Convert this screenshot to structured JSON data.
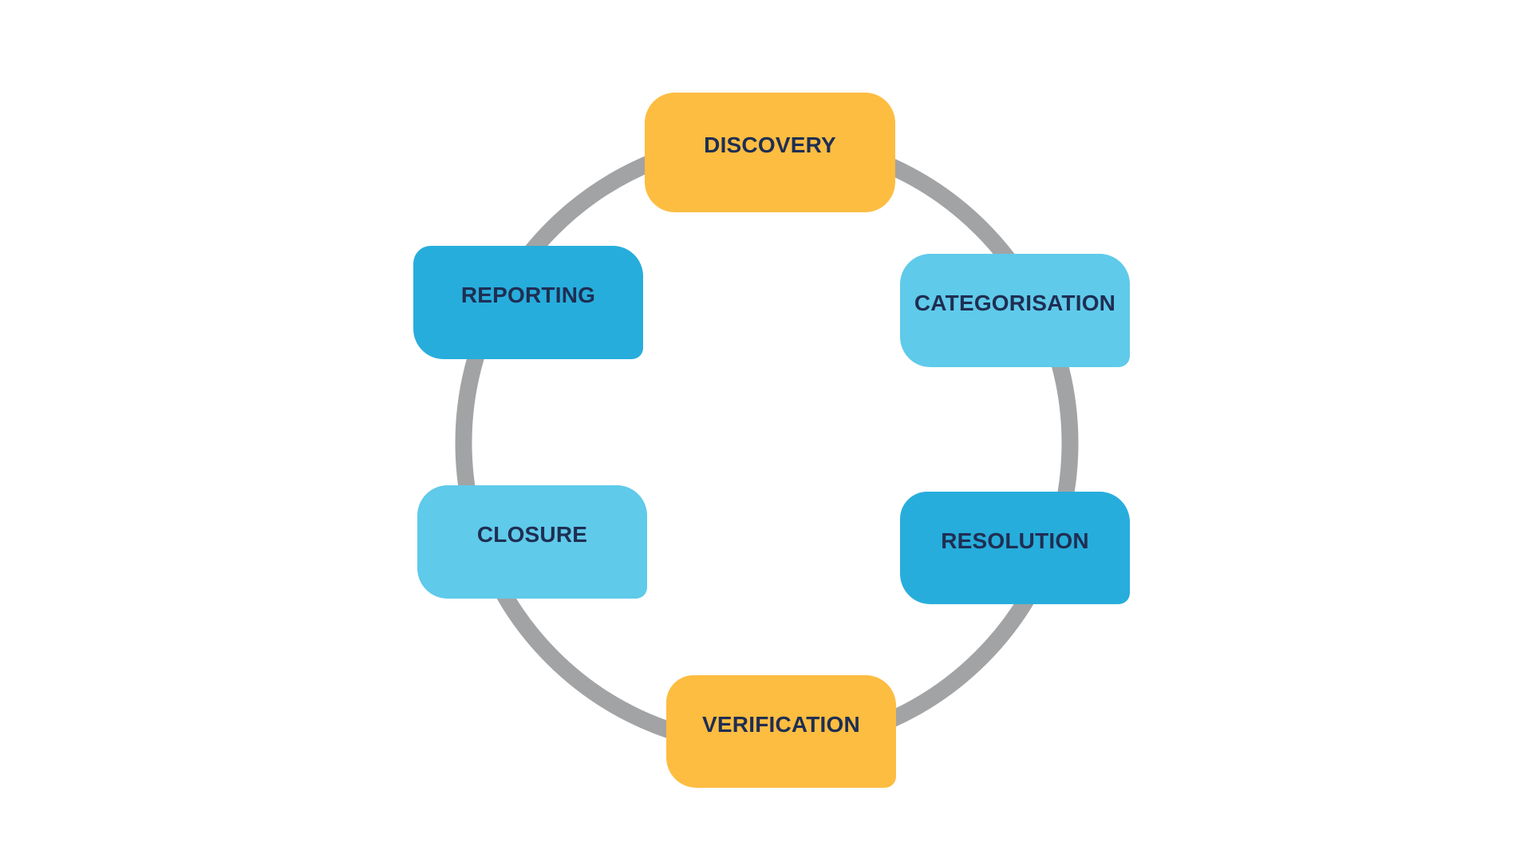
{
  "diagram": {
    "type": "cycle",
    "ring_color": "#A2A3A5",
    "text_color": "#1F2E52",
    "stages": [
      {
        "id": "discovery",
        "label": "DISCOVERY",
        "color": "#FDBD41"
      },
      {
        "id": "categorisation",
        "label": "CATEGORISATION",
        "color": "#5FCAEA"
      },
      {
        "id": "resolution",
        "label": "RESOLUTION",
        "color": "#27ADDC"
      },
      {
        "id": "verification",
        "label": "VERIFICATION",
        "color": "#FDBD41"
      },
      {
        "id": "closure",
        "label": "CLOSURE",
        "color": "#5FCAEA"
      },
      {
        "id": "reporting",
        "label": "REPORTING",
        "color": "#27ADDC"
      }
    ]
  }
}
